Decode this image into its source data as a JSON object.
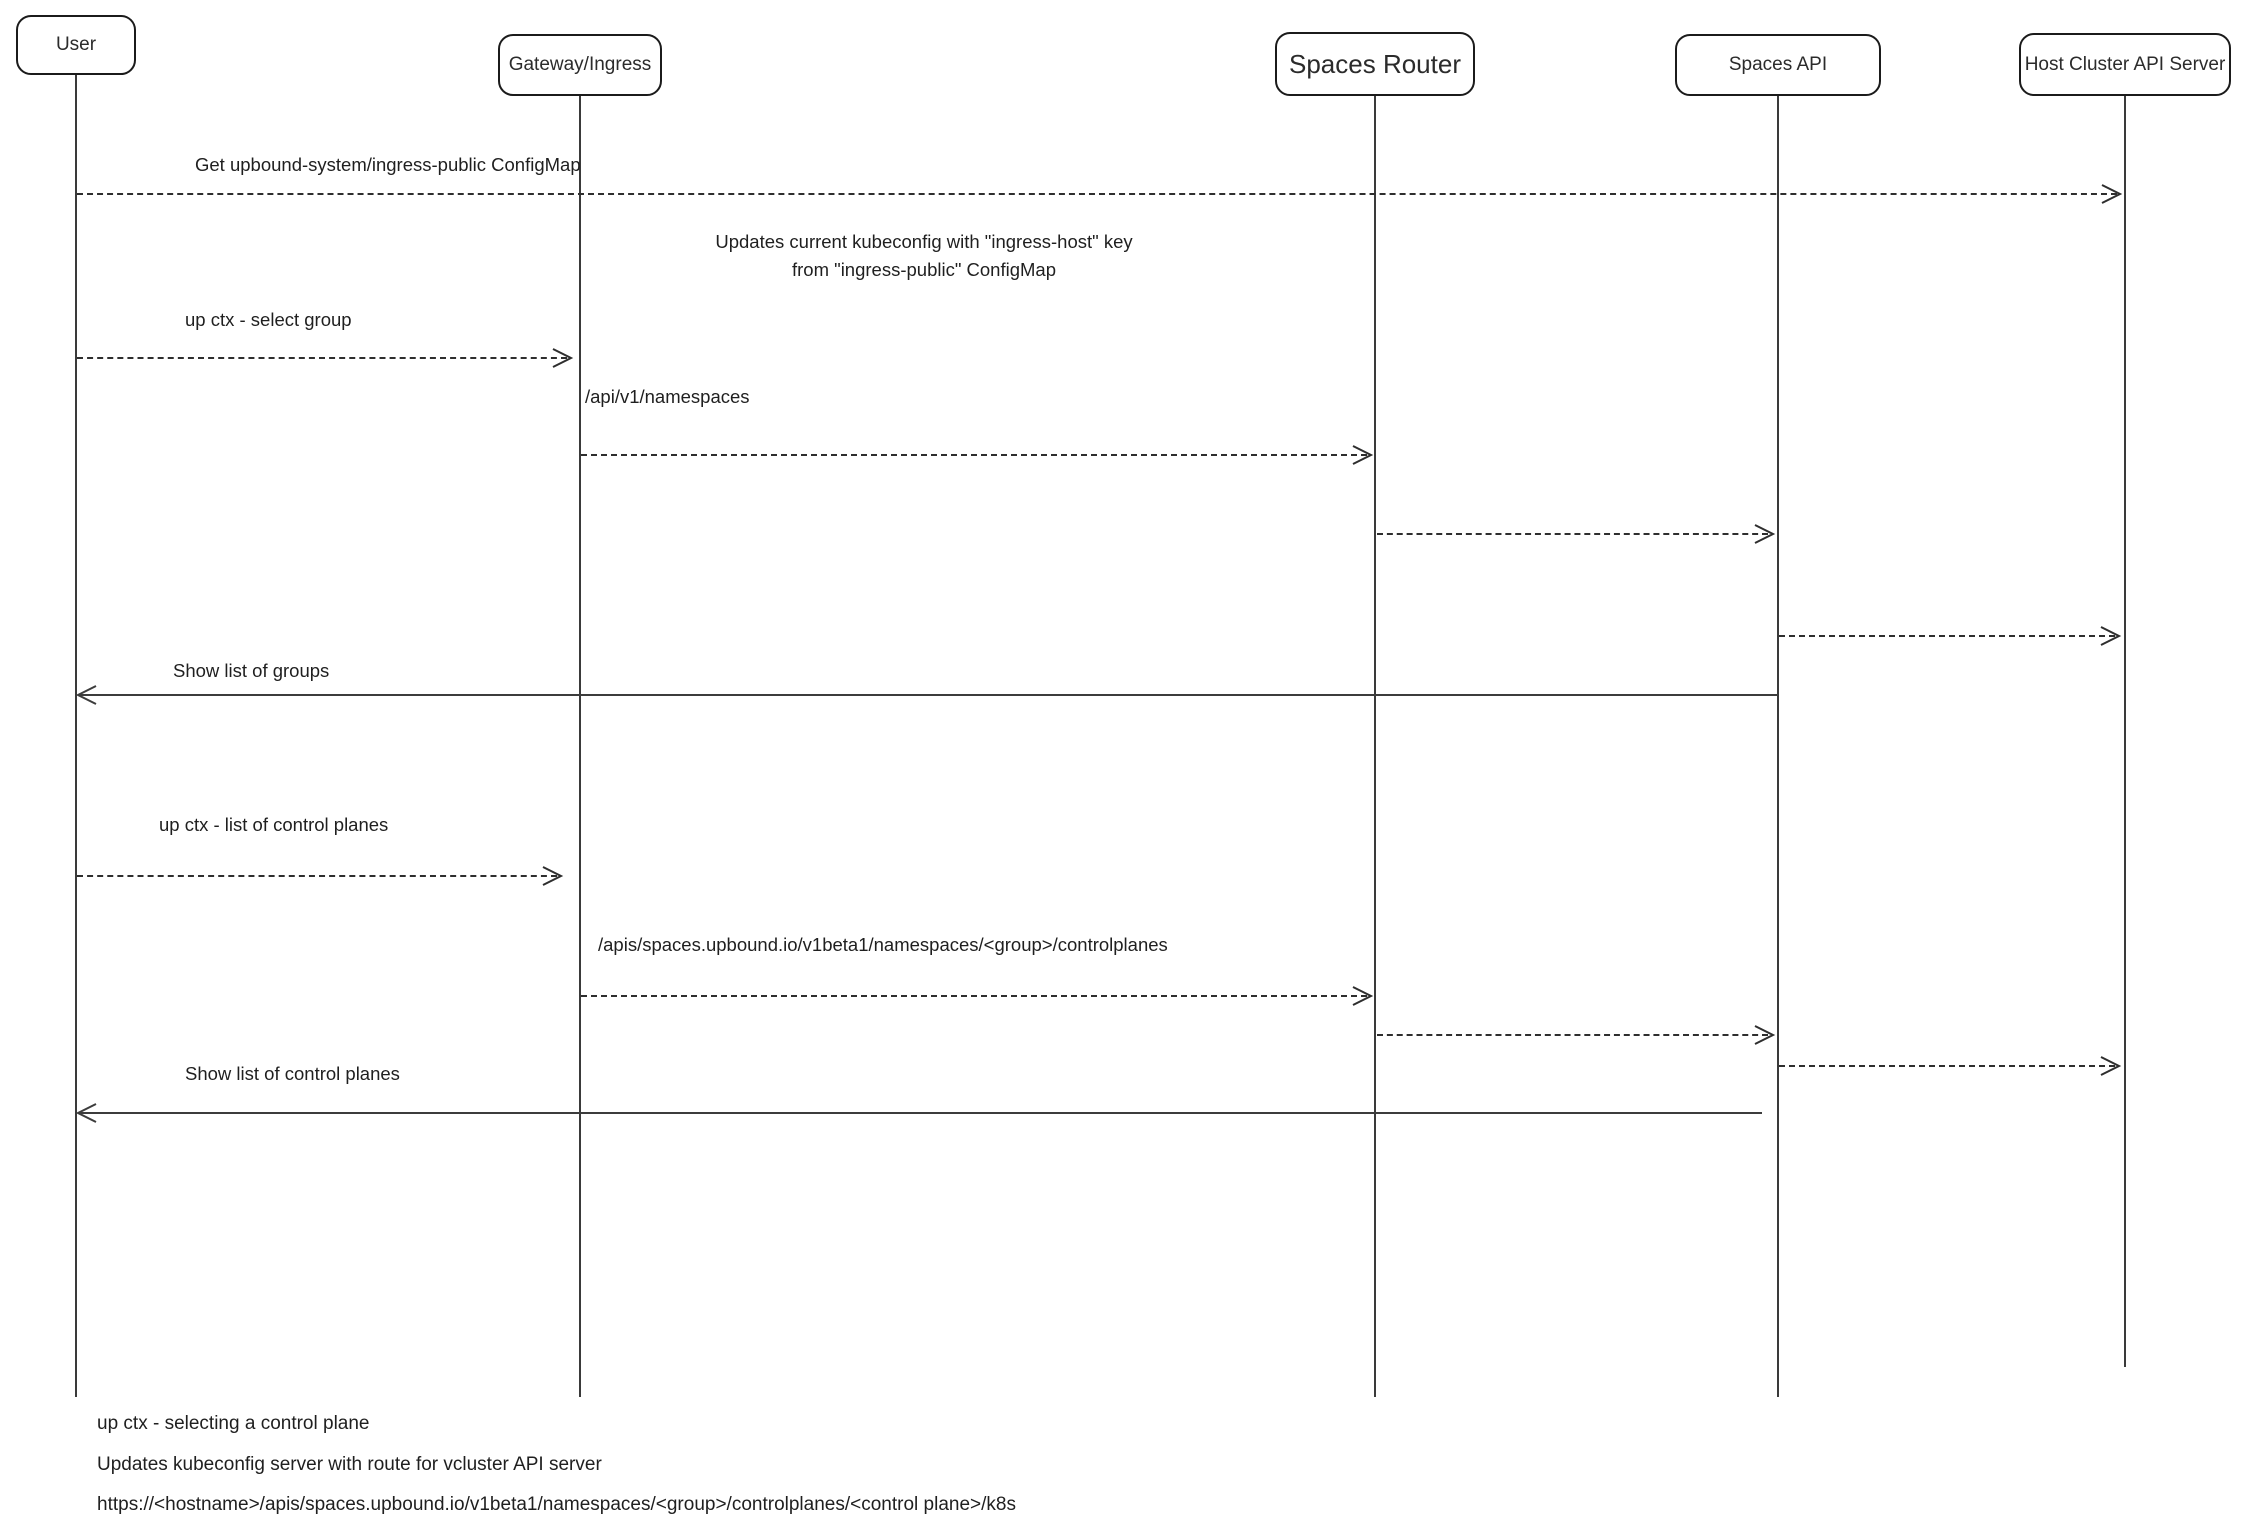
{
  "diagram": {
    "type": "sequence",
    "background_color": "#ffffff",
    "stroke_color": "#1b1b1b",
    "text_color": "#1f1f1f"
  },
  "actors": [
    {
      "id": "user",
      "label": "User"
    },
    {
      "id": "gateway-ingress",
      "label": "Gateway/Ingress"
    },
    {
      "id": "spaces-router",
      "label": "Spaces Router"
    },
    {
      "id": "spaces-api",
      "label": "Spaces API"
    },
    {
      "id": "host-cluster-api-server",
      "label": "Host Cluster API Server"
    }
  ],
  "messages": [
    {
      "from": "User",
      "to": "Host Cluster API Server",
      "style": "dashed",
      "label": "Get upbound-system/ingress-public ConfigMap"
    },
    {
      "from": "User",
      "to": "Gateway/Ingress",
      "style": "dashed",
      "label": "up ctx - select group"
    },
    {
      "from": "Gateway/Ingress",
      "to": "Spaces Router",
      "style": "dashed",
      "label": "/api/v1/namespaces"
    },
    {
      "from": "Spaces Router",
      "to": "Spaces API",
      "style": "dashed",
      "label": ""
    },
    {
      "from": "Spaces API",
      "to": "Host Cluster API Server",
      "style": "dashed",
      "label": ""
    },
    {
      "from": "Spaces API",
      "to": "User",
      "style": "solid",
      "label": "Show list of groups"
    },
    {
      "from": "User",
      "to": "Gateway/Ingress",
      "style": "dashed",
      "label": "up ctx - list of control planes"
    },
    {
      "from": "Gateway/Ingress",
      "to": "Spaces Router",
      "style": "dashed",
      "label": "/apis/spaces.upbound.io/v1beta1/namespaces/<group>/controlplanes"
    },
    {
      "from": "Spaces Router",
      "to": "Spaces API",
      "style": "dashed",
      "label": ""
    },
    {
      "from": "Spaces API",
      "to": "Host Cluster API Server",
      "style": "dashed",
      "label": ""
    },
    {
      "from": "Spaces API",
      "to": "User",
      "style": "solid",
      "label": "Show list of control planes"
    }
  ],
  "note": {
    "line1": "Updates current kubeconfig with \"ingress-host\" key",
    "line2": "from \"ingress-public\" ConfigMap"
  },
  "footnotes": [
    "up ctx - selecting a control plane",
    "Updates kubeconfig server with route for vcluster API server",
    "https://<hostname>/apis/spaces.upbound.io/v1beta1/namespaces/<group>/controlplanes/<control plane>/k8s"
  ]
}
